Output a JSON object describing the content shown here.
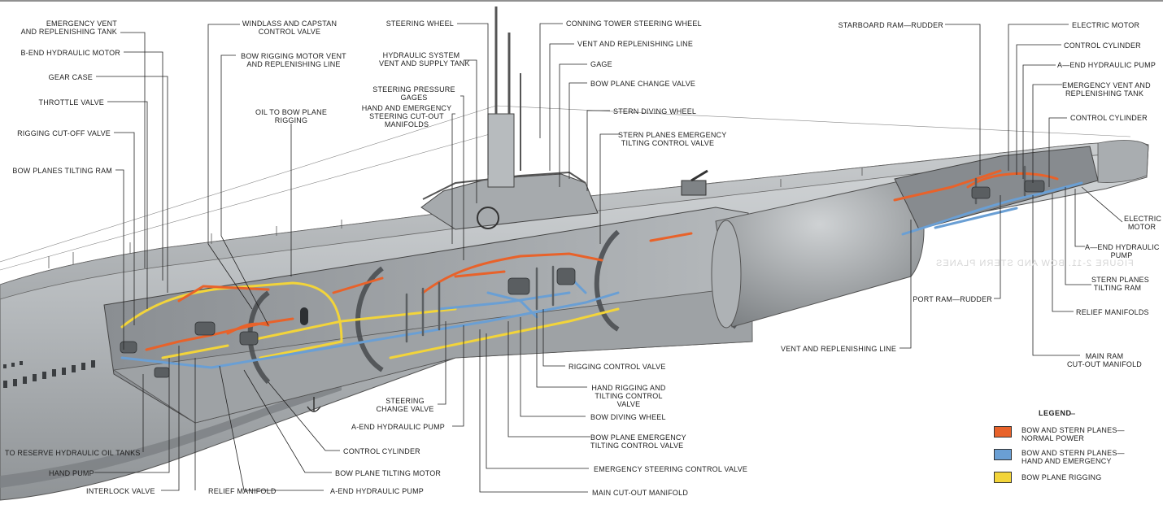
{
  "labels": {
    "emergency_vent_tank_left": "EMERGENCY VENT\nAND REPLENISHING TANK",
    "b_end_motor": "B-END HYDRAULIC MOTOR",
    "gear_case": "GEAR CASE",
    "throttle_valve": "THROTTLE VALVE",
    "rigging_cutoff": "RIGGING CUT-OFF VALVE",
    "bow_tilting_ram": "BOW PLANES TILTING RAM",
    "windlass_capstan": "WINDLASS AND CAPSTAN\nCONTROL VALVE",
    "bow_rigging_vent": "BOW RIGGING MOTOR VENT\nAND REPLENISHING LINE",
    "oil_to_bow": "OIL TO BOW PLANE\nRIGGING",
    "steering_wheel": "STEERING WHEEL",
    "hyd_vent_supply": "HYDRAULIC SYSTEM\nVENT AND SUPPLY TANK",
    "steering_pressure": "STEERING PRESSURE\nGAGES",
    "hand_emergency_manifolds": "HAND AND EMERGENCY\nSTEERING CUT-OUT\nMANIFOLDS",
    "conning_wheel": "CONNING TOWER STEERING WHEEL",
    "vent_line_top": "VENT AND REPLENISHING LINE",
    "gage": "GAGE",
    "bow_change_valve": "BOW PLANE CHANGE VALVE",
    "stern_diving_wheel": "STERN DIVING WHEEL",
    "stern_emergency_tilt": "STERN PLANES EMERGENCY\nTILTING CONTROL VALVE",
    "starboard_rudder": "STARBOARD RAM—RUDDER",
    "electric_motor_top": "ELECTRIC MOTOR",
    "control_cyl_top": "CONTROL CYLINDER",
    "a_end_pump_top": "A—END HYDRAULIC PUMP",
    "emergency_vent_tank_right": "EMERGENCY VENT AND\nREPLENISHING TANK",
    "control_cyl_right": "CONTROL CYLINDER",
    "electric_motor_right": "ELECTRIC\nMOTOR",
    "a_end_pump_right": "A—END HYDRAULIC\nPUMP",
    "stern_tilting_ram": "STERN PLANES\nTILTING RAM",
    "relief_manifolds": "RELIEF MANIFOLDS",
    "main_ram_manifold": "MAIN RAM\nCUT-OUT MANIFOLD",
    "port_rudder": "PORT RAM—RUDDER",
    "vent_line_right": "VENT AND REPLENISHING LINE",
    "rigging_control_valve": "RIGGING CONTROL VALVE",
    "hand_rigging_tilting": "HAND RIGGING AND\nTILTING CONTROL\nVALVE",
    "steering_change": "STEERING\nCHANGE VALVE",
    "bow_diving_wheel": "BOW DIVING WHEEL",
    "a_end_pump_mid": "A-END HYDRAULIC PUMP",
    "bow_emergency_tilt": "BOW PLANE EMERGENCY\nTILTING CONTROL VALVE",
    "reserve_tanks": "TO RESERVE HYDRAULIC OIL TANKS",
    "control_cyl_bottom": "CONTROL CYLINDER",
    "hand_pump": "HAND PUMP",
    "bow_tilting_motor": "BOW PLANE TILTING MOTOR",
    "emergency_steering": "EMERGENCY STEERING CONTROL VALVE",
    "interlock_valve": "INTERLOCK VALVE",
    "relief_manifold": "RELIEF MANIFOLD",
    "a_end_pump_bottom": "A-END HYDRAULIC PUMP",
    "main_cutout": "MAIN CUT-OUT MANIFOLD"
  },
  "legend": {
    "title": "LEGEND",
    "items": [
      {
        "label": "BOW AND STERN PLANES—\nNORMAL POWER",
        "color": "#e8622a"
      },
      {
        "label": "BOW AND STERN PLANES—\nHAND AND EMERGENCY",
        "color": "#6a9fd4"
      },
      {
        "label": "BOW PLANE RIGGING",
        "color": "#f2d43a"
      }
    ]
  },
  "colors": {
    "normal_power": "#e8622a",
    "hand_emergency": "#6a9fd4",
    "rigging": "#f2d43a",
    "hull": "#b9bdc0"
  }
}
